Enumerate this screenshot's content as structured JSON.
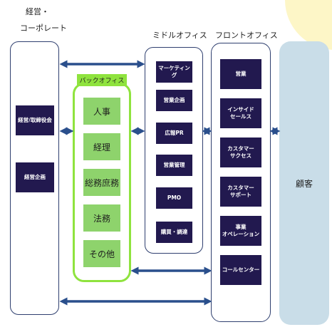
{
  "columns": {
    "management_title_line1": "経営・",
    "management_title_line2": "コーポレート",
    "middle_title": "ミドルオフィス",
    "front_title": "フロントオフィス",
    "back_title": "バックオフィス"
  },
  "management": [
    "経営/取締役会",
    "経営企画"
  ],
  "back_office": [
    "人事",
    "経理",
    "総務庶務",
    "法務",
    "その他"
  ],
  "middle_office": [
    "マーケティング",
    "営業企画",
    "広報PR",
    "営業管理",
    "PMO",
    "購買・調達"
  ],
  "front_office": [
    "営業",
    "インサイド\nセールス",
    "カスタマー\nサクセス",
    "カスタマー\nサポート",
    "事業\nオペレーション",
    "コールセンター"
  ],
  "customer": "顧客",
  "colors": {
    "navy": "#22194f",
    "green_fill": "#8ed36c",
    "green_border": "#8fe33e",
    "arrow": "#2a4f8c",
    "customer_bg": "#c9dde8",
    "sun": "#fdf6c7"
  }
}
